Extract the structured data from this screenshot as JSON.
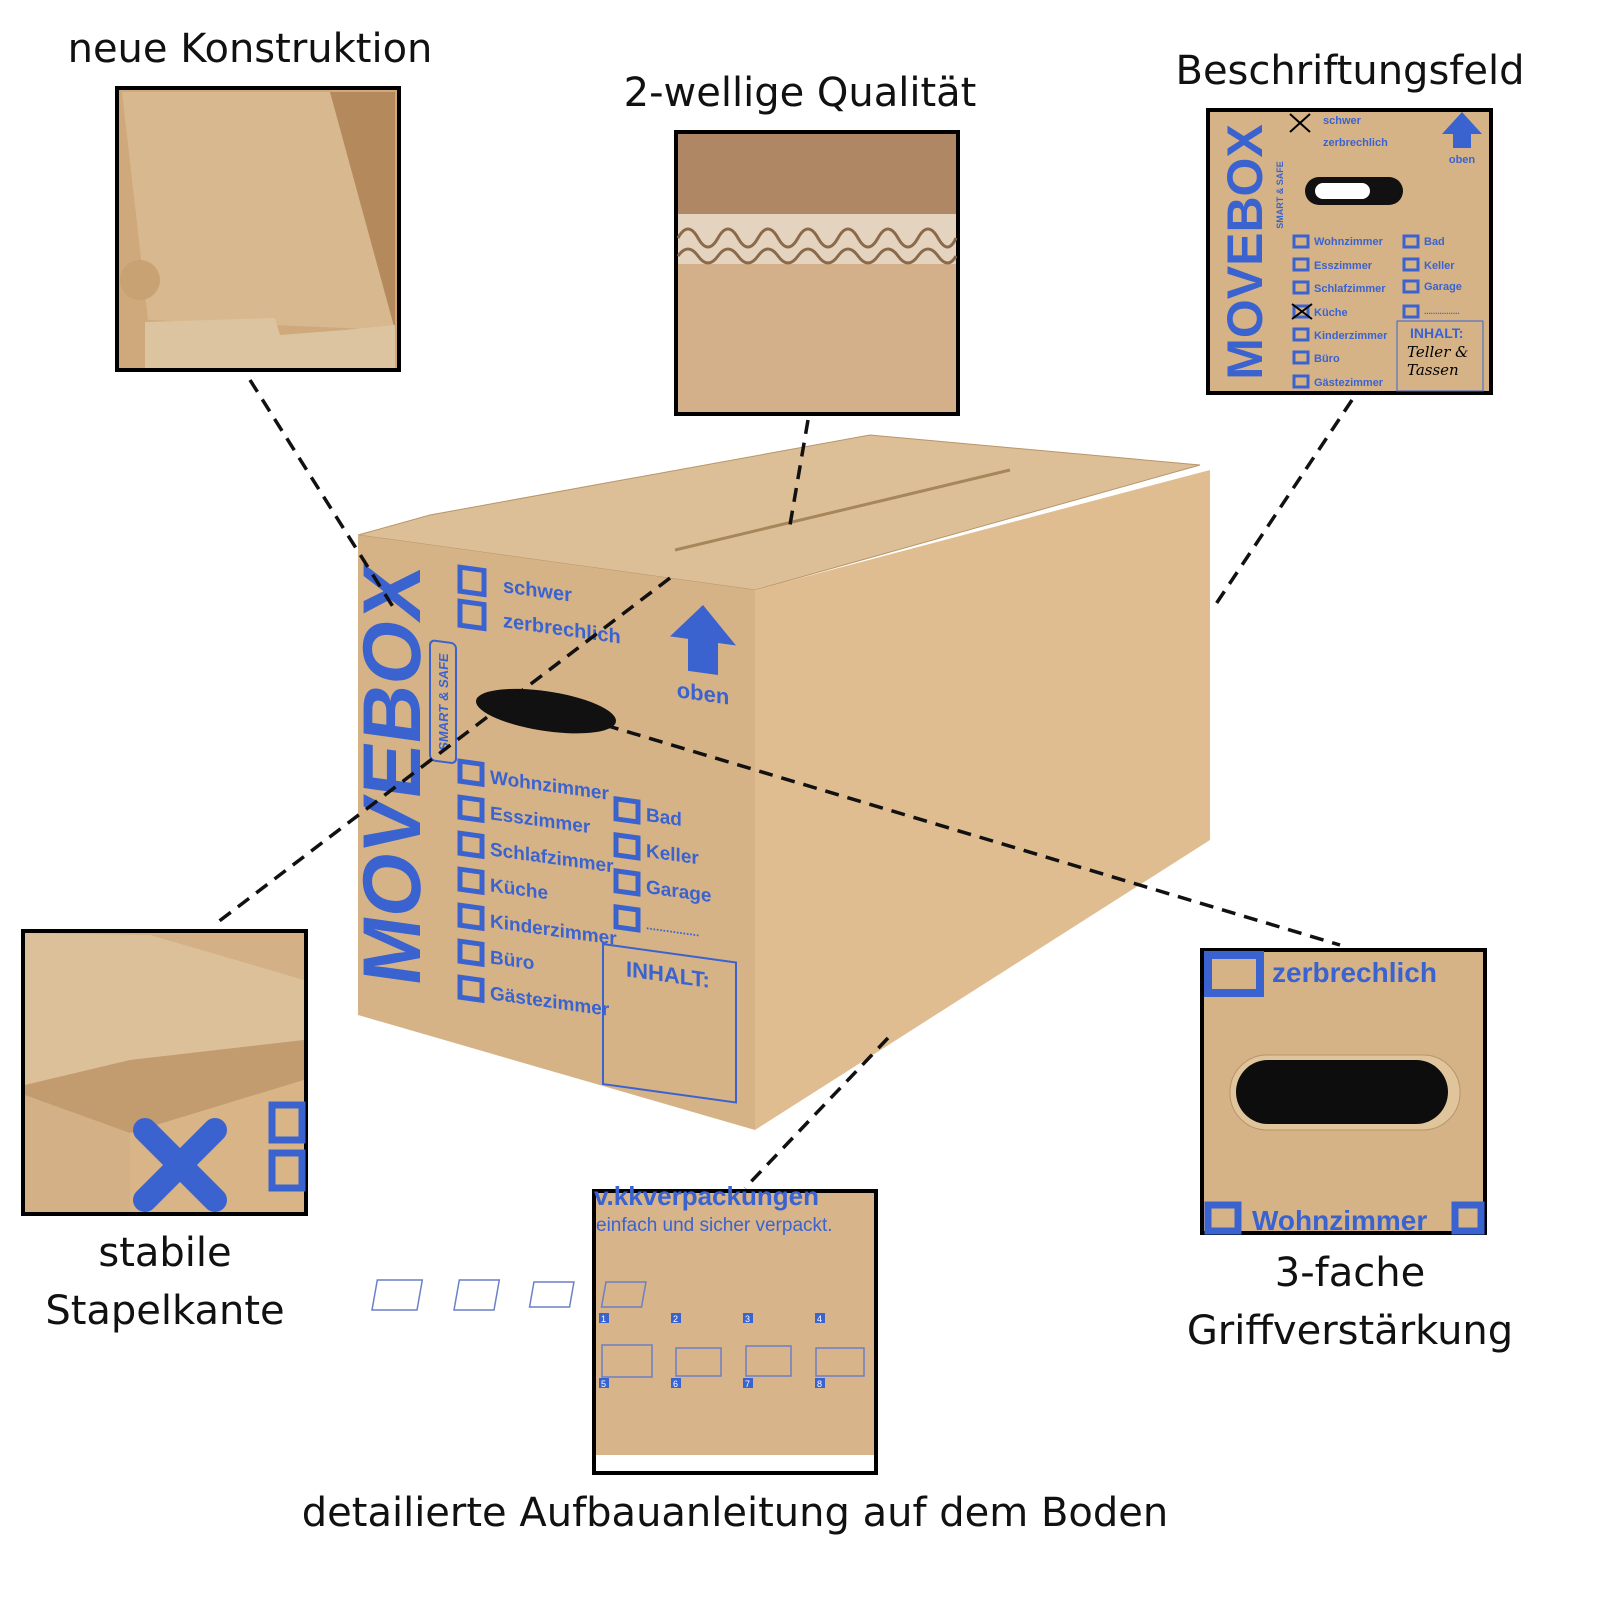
{
  "callouts": {
    "construction": "neue Konstruktion",
    "quality": "2-wellige Qualität",
    "label_field": "Beschriftungsfeld",
    "stack_edge": [
      "stabile",
      "Stapelkante"
    ],
    "grip": [
      "3-fache",
      "Griffverstärkung"
    ],
    "instructions": "detailierte Aufbauanleitung auf dem Boden"
  },
  "box": {
    "brand": "MOVEBOX",
    "tagline": "SMART & SAFE",
    "flags": [
      "schwer",
      "zerbrechlich"
    ],
    "arrow_label": "oben",
    "rooms_left": [
      "Wohnzimmer",
      "Esszimmer",
      "Schlafzimmer",
      "Küche",
      "Kinderzimmer",
      "Büro",
      "Gästezimmer"
    ],
    "rooms_right": [
      "Bad",
      "Keller",
      "Garage",
      "................"
    ],
    "content_label": "INHALT:",
    "content_handwritten": [
      "Teller &",
      "Tassen"
    ]
  },
  "bottom_print": {
    "url_fragment": "v.kkverpackungen",
    "slogan": "einfach und sicher verpackt.",
    "steps": [
      "1",
      "2",
      "3",
      "4",
      "5",
      "6",
      "7",
      "8"
    ]
  },
  "colors": {
    "cardboard": "#d9b68a",
    "print_blue": "#3a63d0"
  }
}
